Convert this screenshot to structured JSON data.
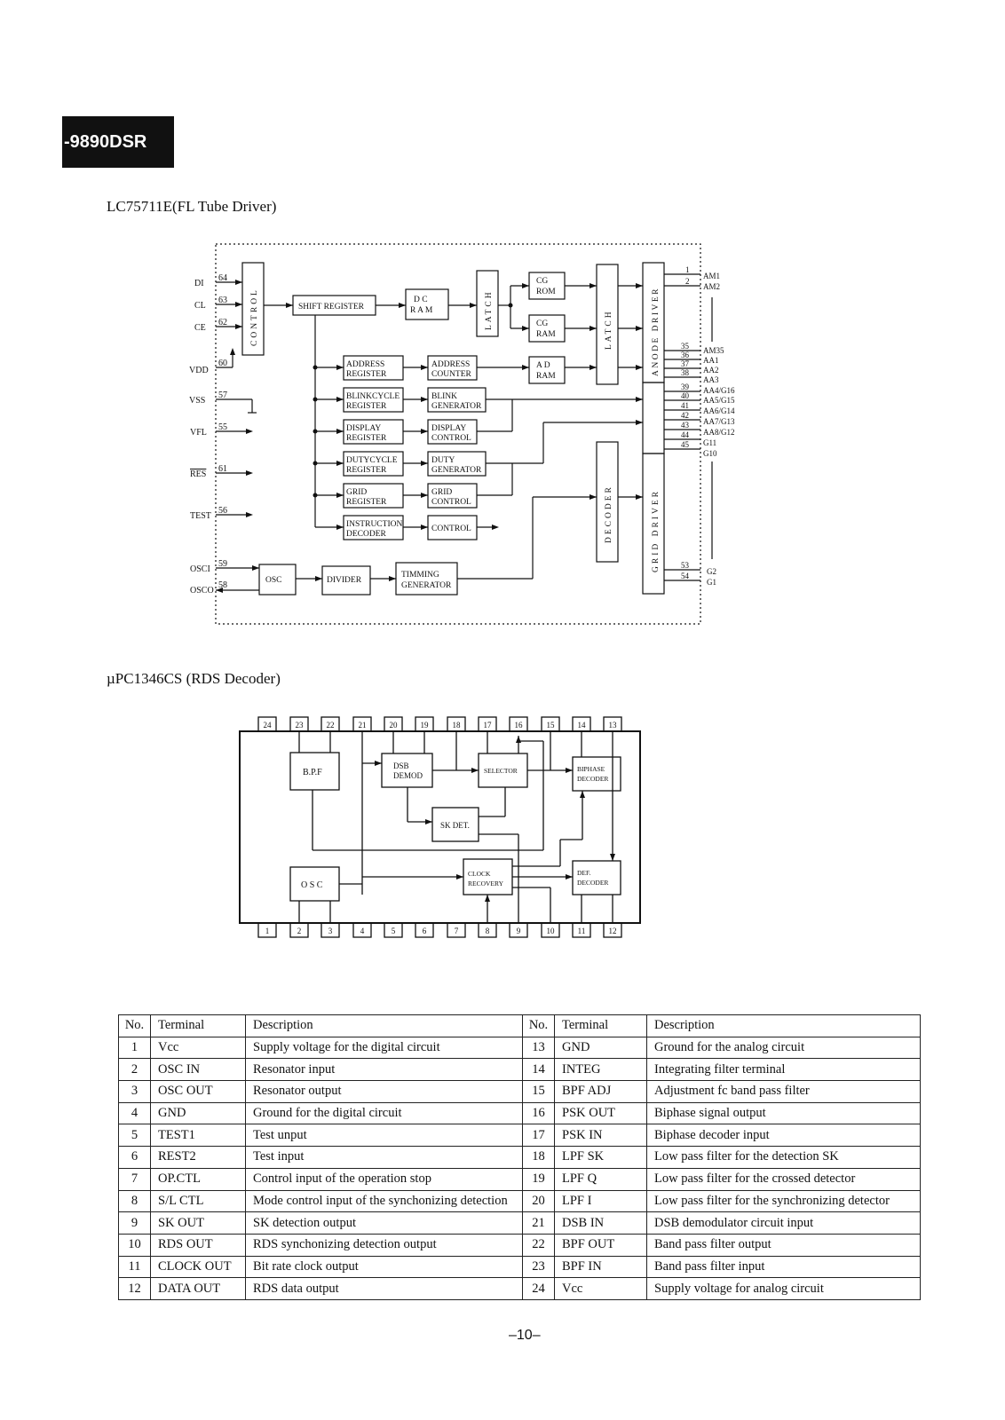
{
  "header": {
    "model": "-9890DSR"
  },
  "fl_driver": {
    "title": "LC75711E(FL Tube Driver)",
    "inputs": [
      {
        "name": "DI",
        "pin": "64"
      },
      {
        "name": "CL",
        "pin": "63"
      },
      {
        "name": "CE",
        "pin": "62"
      },
      {
        "name": "VDD",
        "pin": "60"
      },
      {
        "name": "VSS",
        "pin": "57"
      },
      {
        "name": "VFL",
        "pin": "55"
      },
      {
        "name": "RES",
        "pin": "61"
      },
      {
        "name": "TEST",
        "pin": "56"
      },
      {
        "name": "OSCI",
        "pin": "59"
      },
      {
        "name": "OSCO",
        "pin": "58"
      }
    ],
    "blocks": {
      "control": "CONTROL",
      "shift_register": "SHIFT REGISTER",
      "dc_ram_1": "D C",
      "dc_ram_2": "R A M",
      "latch": "LATCH",
      "cg_rom_1": "CG",
      "cg_rom_2": "ROM",
      "cg_ram_1": "CG",
      "cg_ram_2": "RAM",
      "latch2": "LATCH",
      "anode_driver": "ANODE DRIVER",
      "address_register_1": "ADDRESS",
      "address_register_2": "REGISTER",
      "address_counter_1": "ADDRESS",
      "address_counter_2": "COUNTER",
      "ad_ram_1": "A D",
      "ad_ram_2": "RAM",
      "blinkcycle_register_1": "BLINKCYCLE",
      "blinkcycle_register_2": "REGISTER",
      "blink_generator_1": "BLINK",
      "blink_generator_2": "GENERATOR",
      "display_register_1": "DISPLAY",
      "display_register_2": "REGISTER",
      "display_control_1": "DISPLAY",
      "display_control_2": "CONTROL",
      "dutycycle_register_1": "DUTYCYCLE",
      "dutycycle_register_2": "REGISTER",
      "duty_generator_1": "DUTY",
      "duty_generator_2": "GENERATOR",
      "grid_register_1": "GRID",
      "grid_register_2": "REGISTER",
      "grid_control_1": "GRID",
      "grid_control_2": "CONTROL",
      "instruction_decoder_1": "INSTRUCTION",
      "instruction_decoder_2": "DECODER",
      "control2": "CONTROL",
      "decoder": "DECODER",
      "grid_driver": "GRID DRIVER",
      "osc": "OSC",
      "divider": "DIVIDER",
      "timing_generator_1": "TIMMING",
      "timing_generator_2": "GENERATOR"
    },
    "outputs": [
      {
        "pin": "1",
        "name": "AM1"
      },
      {
        "pin": "2",
        "name": "AM2"
      },
      {
        "pin": "35",
        "name": "AM35"
      },
      {
        "pin": "36",
        "name": "AA1"
      },
      {
        "pin": "37",
        "name": "AA2"
      },
      {
        "pin": "38",
        "name": "AA3"
      },
      {
        "pin": "39",
        "name": "AA4/G16"
      },
      {
        "pin": "40",
        "name": "AA5/G15"
      },
      {
        "pin": "41",
        "name": "AA6/G14"
      },
      {
        "pin": "42",
        "name": "AA7/G13"
      },
      {
        "pin": "43",
        "name": "AA8/G12"
      },
      {
        "pin": "44",
        "name": "G11"
      },
      {
        "pin": "45",
        "name": "G10"
      },
      {
        "pin": "53",
        "name": "G2"
      },
      {
        "pin": "54",
        "name": "G1"
      }
    ]
  },
  "rds_decoder": {
    "title": "µPC1346CS (RDS Decoder)",
    "top_pins": [
      "24",
      "23",
      "22",
      "21",
      "20",
      "19",
      "18",
      "17",
      "16",
      "15",
      "14",
      "13"
    ],
    "bottom_pins": [
      "1",
      "2",
      "3",
      "4",
      "5",
      "6",
      "7",
      "8",
      "9",
      "10",
      "11",
      "12"
    ],
    "blocks": {
      "bpf": "B.P.F",
      "dsb_demod_1": "DSB",
      "dsb_demod_2": "DEMOD",
      "selector": "SELECTOR",
      "biphase_decoder_1": "BIPHASE",
      "biphase_decoder_2": "DECODER",
      "sk_det": "SK DET.",
      "osc": "OSC",
      "clock_recovery_1": "CLOCK",
      "clock_recovery_2": "RECOVERY",
      "def_decoder_1": "DEF.",
      "def_decoder_2": "DECODER"
    }
  },
  "pin_table": {
    "headers": [
      "No.",
      "Terminal",
      "Description",
      "No.",
      "Terminal",
      "Description"
    ],
    "rows": [
      [
        "1",
        "Vcc",
        "Supply voltage for the digital circuit",
        "13",
        "GND",
        "Ground for the analog circuit"
      ],
      [
        "2",
        "OSC IN",
        "Resonator input",
        "14",
        "INTEG",
        "Integrating filter terminal"
      ],
      [
        "3",
        "OSC OUT",
        "Resonator output",
        "15",
        "BPF ADJ",
        "Adjustment fc band pass filter"
      ],
      [
        "4",
        "GND",
        "Ground for the digital circuit",
        "16",
        "PSK OUT",
        "Biphase signal output"
      ],
      [
        "5",
        "TEST1",
        "Test unput",
        "17",
        "PSK IN",
        "Biphase decoder input"
      ],
      [
        "6",
        "REST2",
        "Test input",
        "18",
        "LPF SK",
        "Low pass filter for the detection SK"
      ],
      [
        "7",
        "OP.CTL",
        "Control input of the operation stop",
        "19",
        "LPF Q",
        "Low pass filter for the crossed detector"
      ],
      [
        "8",
        "S/L CTL",
        "Mode control input of the synchonizing detection",
        "20",
        "LPF I",
        "Low pass filter for the synchronizing detector"
      ],
      [
        "9",
        "SK OUT",
        "SK detection output",
        "21",
        "DSB IN",
        "DSB demodulator circuit input"
      ],
      [
        "10",
        "RDS OUT",
        "RDS synchonizing detection output",
        "22",
        "BPF OUT",
        "Band pass filter output"
      ],
      [
        "11",
        "CLOCK OUT",
        "Bit rate clock output",
        "23",
        "BPF IN",
        "Band pass filter input"
      ],
      [
        "12",
        "DATA OUT",
        "RDS data output",
        "24",
        "Vcc",
        "Supply voltage for analog circuit"
      ]
    ]
  },
  "footer": {
    "page": "–10–"
  }
}
